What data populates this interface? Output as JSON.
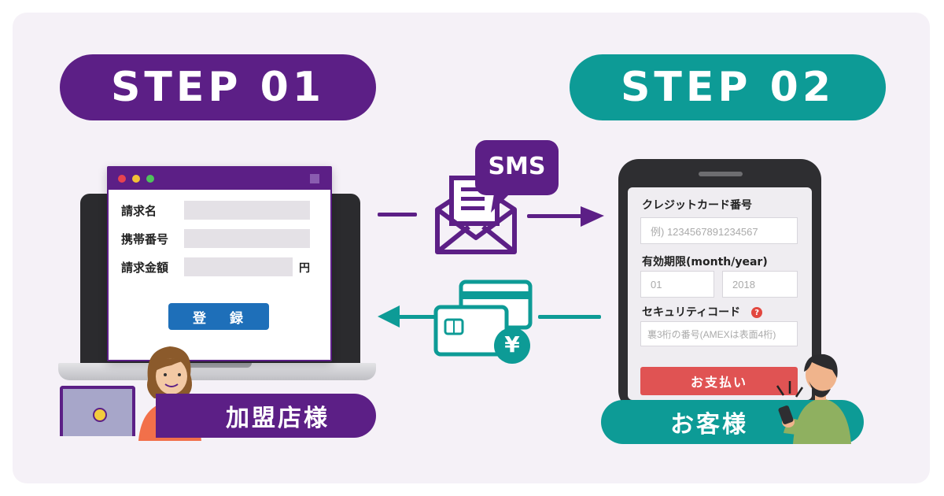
{
  "steps": {
    "step1": "STEP 01",
    "step2": "STEP 02"
  },
  "merchant_form": {
    "fields": [
      {
        "label": "請求名"
      },
      {
        "label": "携帯番号"
      },
      {
        "label": "請求金額",
        "unit": "円"
      }
    ],
    "register_button": "登 録"
  },
  "sms_label": "SMS",
  "customer_form": {
    "card_number_label": "クレジットカード番号",
    "card_number_placeholder": "例) 1234567891234567",
    "expiry_label": "有効期限(month/year)",
    "expiry_month": "01",
    "expiry_year": "2018",
    "security_label": "セキュリティコード",
    "security_help": "?",
    "security_placeholder": "裏3桁の番号(AMEXは表面4桁)",
    "pay_button": "お支払い"
  },
  "roles": {
    "merchant": "加盟店様",
    "customer": "お客様"
  },
  "payment_symbol": "¥",
  "colors": {
    "purple": "#5c1f86",
    "teal": "#0d9b96",
    "pay_red": "#e05353",
    "register_blue": "#1e6fb9",
    "background": "#f5f1f7"
  }
}
